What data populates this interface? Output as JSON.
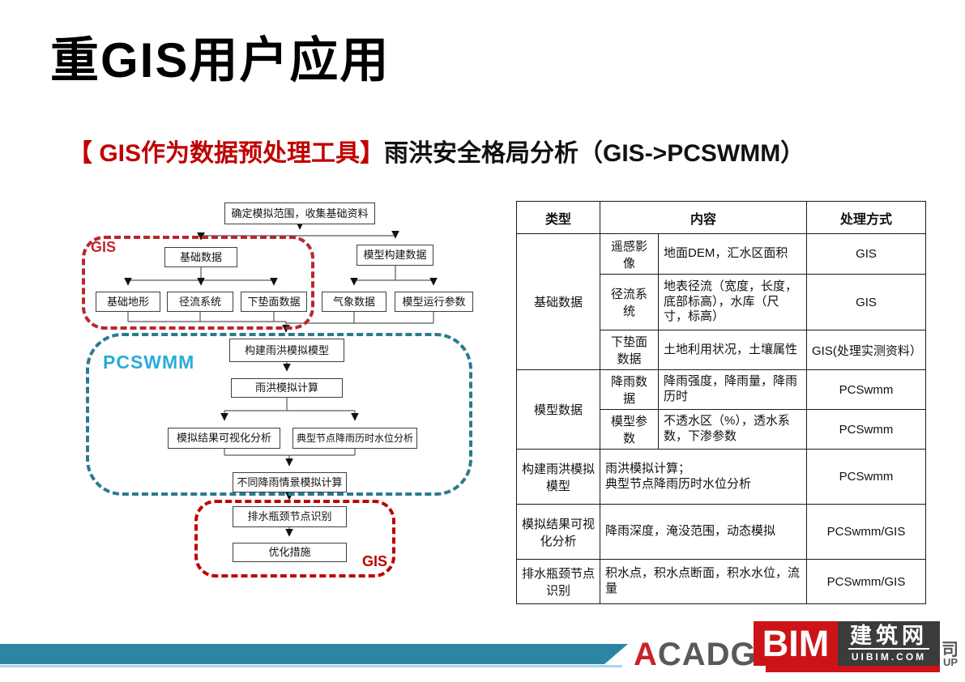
{
  "title": "重GIS用户应用",
  "subtitle": {
    "highlight": "【 GIS作为数据预处理工具】",
    "rest": "雨洪安全格局分析（GIS->PCSWMM）"
  },
  "flowchart": {
    "labels": {
      "gis_top": "GIS",
      "pcswmm": "PCSWMM",
      "gis_bottom": "GIS"
    },
    "nodes": {
      "start": "确定模拟范围，收集基础资料",
      "base_data": "基础数据",
      "model_build_data": "模型构建数据",
      "base_terrain": "基础地形",
      "runoff_system": "径流系统",
      "underlying_surface": "下垫面数据",
      "weather_data": "气象数据",
      "model_run_params": "模型运行参数",
      "build_flood_model": "构建雨洪模拟模型",
      "flood_sim_calc": "雨洪模拟计算",
      "sim_result_visual": "模拟结果可视化分析",
      "typical_node_analysis": "典型节点降雨历时水位分析",
      "diff_rain_scenario": "不同降雨情景模拟计算",
      "drainage_bottleneck": "排水瓶颈节点识别",
      "optimization": "优化措施"
    }
  },
  "table": {
    "h1": "类型",
    "h2": "内容",
    "h3": "处理方式",
    "r1c1": "基础数据",
    "r1c2": "遥感影像",
    "r1c3": "地面DEM，汇水区面积",
    "r1c4": "GIS",
    "r2c2": "径流系统",
    "r2c3": "地表径流（宽度，长度，底部标高），水库（尺寸，标高）",
    "r2c4": "GIS",
    "r3c2": "下垫面数据",
    "r3c3": "土地利用状况，土壤属性",
    "r3c4": "GIS(处理实测资料）",
    "r4c1": "模型数据",
    "r4c2": "降雨数据",
    "r4c3": "降雨强度，降雨量，降雨历时",
    "r4c4": "PCSwmm",
    "r5c2": "模型参数",
    "r5c3": "不透水区（%），透水系数，下渗参数",
    "r5c4": "PCSwmm",
    "r6c1": "构建雨洪模拟模型",
    "r6c3": "雨洪模拟计算；\n典型节点降雨历时水位分析",
    "r6c4": "PCSwmm",
    "r7c1": "模拟结果可视化分析",
    "r7c3": "降雨深度，淹没范围，动态模拟",
    "r7c4": "PCSwmm/GIS",
    "r8c1": "排水瓶颈节点识别",
    "r8c3": "积水点，积水点断面，积水水位，流量",
    "r8c4": "PCSwmm/GIS"
  },
  "footer": {
    "logo_a": "A",
    "logo_rest": "CADG",
    "watermark_bim": "BIM",
    "watermark_site": "建筑网",
    "watermark_url": "UIBIM.COM",
    "fragment_right": "司",
    "fragment_up": "UP"
  },
  "colors": {
    "accent_red": "#c00000",
    "dash_red_top": "#b8272c",
    "dash_red_bottom": "#c00000",
    "dash_teal": "#2b7a8e",
    "pcswmm_cyan": "#2aacd8",
    "footer_bar_teal": "#2c86a3",
    "bim_red": "#cc1417",
    "bim_dark": "#3b3b3b",
    "logo_gray": "#58595b"
  }
}
